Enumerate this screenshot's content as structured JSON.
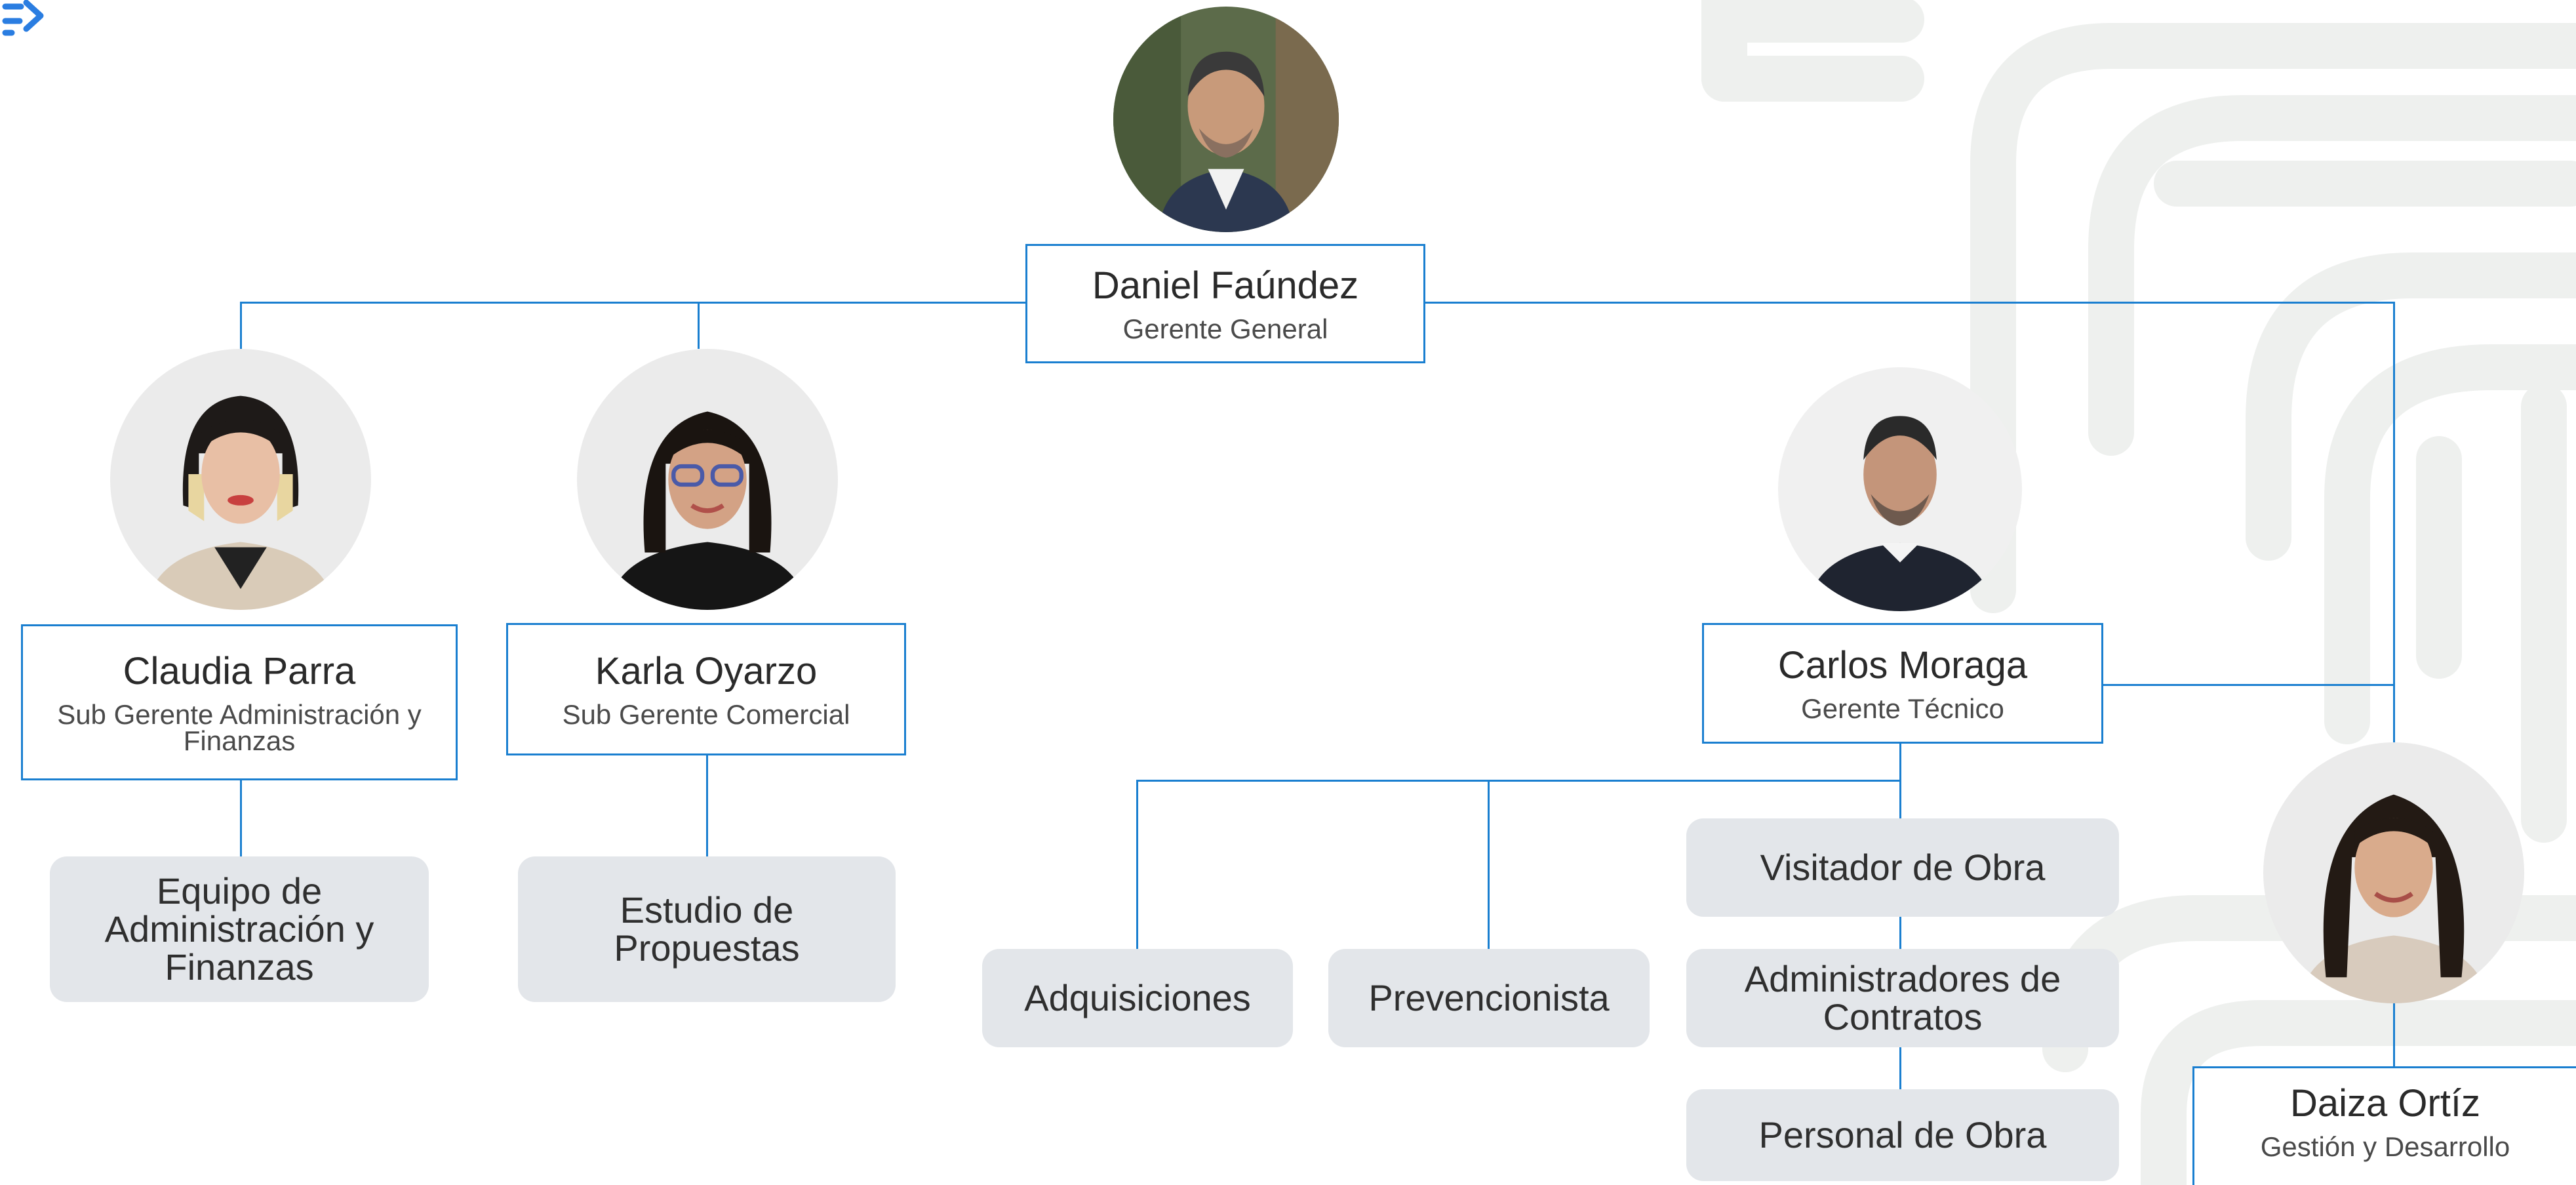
{
  "ceo": {
    "name": "Daniel Faúndez",
    "role": "Gerente General"
  },
  "managers": [
    {
      "name": "Claudia Parra",
      "role": "Sub Gerente Administración y Finanzas",
      "team": "Equipo de Administración y Finanzas"
    },
    {
      "name": "Karla Oyarzo",
      "role": "Sub Gerente Comercial",
      "team": "Estudio de Propuestas"
    },
    {
      "name": "Carlos Moraga",
      "role": "Gerente Técnico"
    },
    {
      "name": "Daiza Ortíz",
      "role": "Gestión y Desarrollo"
    }
  ],
  "technical_units": [
    "Adquisiciones",
    "Prevencionista",
    "Visitador de Obra",
    "Administradores de Contratos",
    "Personal de Obra"
  ],
  "colors": {
    "connector": "#1a7fd0",
    "card_border": "#1a7fd0",
    "pill_bg": "#e3e6ea",
    "watermark": "#eef0ee"
  },
  "icons": {
    "corner_logo": "arrow-logo-icon",
    "avatar": "person-photo-icon"
  }
}
